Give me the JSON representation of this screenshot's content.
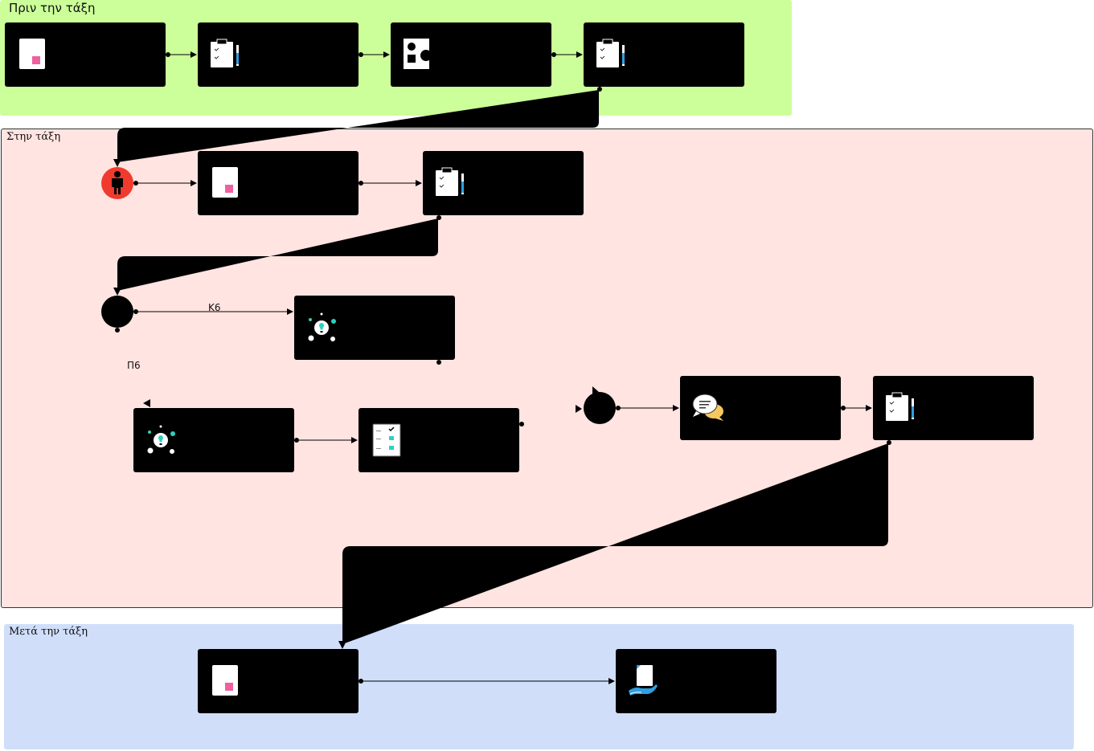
{
  "lanes": {
    "before": {
      "title": "Πριν την τάξη"
    },
    "during": {
      "title": "Στην τάξη"
    },
    "after": {
      "title": "Μετά την τάξη"
    }
  },
  "labels": {
    "k6": "Κ6",
    "p6": "Π6"
  },
  "icons": {
    "note": "sticky-note-icon",
    "clipboard": "clipboard-pencil-icon",
    "shapes": "shapes-icon",
    "learner": "learner-icon",
    "idea": "lightbulb-idea-icon",
    "checklist": "checklist-icon",
    "chat": "chat-bubbles-icon",
    "hand_doc": "hand-document-icon"
  },
  "colors": {
    "before_lane": "#ccff99",
    "during_lane": "#ffe4e1",
    "after_lane": "#d0defa",
    "start_node": "#f03a2e",
    "accent_pink": "#f0609e",
    "accent_teal": "#2ed0c0",
    "accent_blue": "#2f9fe0",
    "accent_yellow": "#f7c860"
  }
}
